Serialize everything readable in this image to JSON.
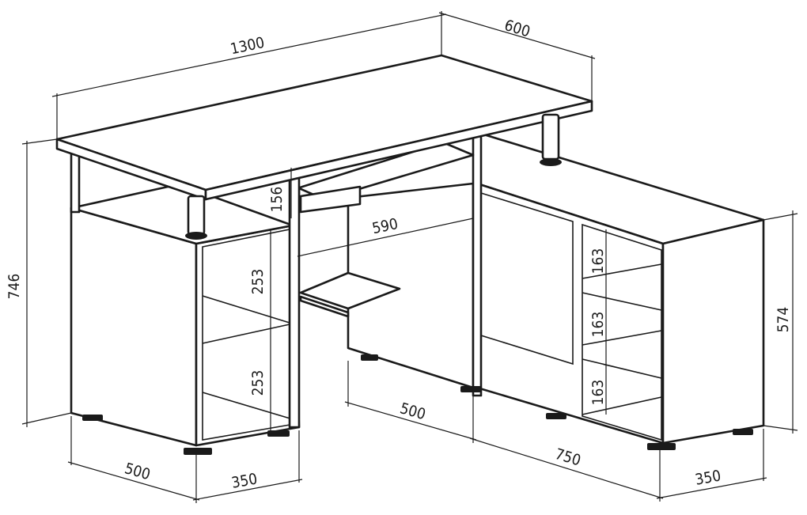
{
  "dimensions": {
    "top_length": "1300",
    "top_depth": "600",
    "total_height": "746",
    "keyboard_gap": "156",
    "keyboard_width": "590",
    "left_shelf_upper": "253",
    "left_shelf_lower": "253",
    "right_shelf_1": "163",
    "right_shelf_2": "163",
    "right_shelf_3": "163",
    "right_height": "574",
    "left_depth": "500",
    "left_shelf_depth": "350",
    "back_depth": "500",
    "right_length": "750",
    "right_shelf_depth": "350"
  },
  "colors": {
    "line": "#1a1a1a",
    "background": "#ffffff"
  }
}
